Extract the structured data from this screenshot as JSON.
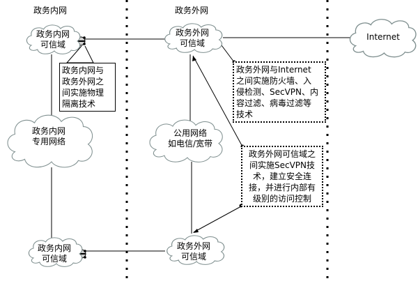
{
  "zones": {
    "intranet_title": "政务内网",
    "extranet_title": "政务外网"
  },
  "clouds": {
    "intranet_trusted_top": [
      "政务内网",
      "可信域"
    ],
    "extranet_trusted_top": [
      "政务外网",
      "可信域"
    ],
    "internet": [
      "Internet"
    ],
    "intranet_private": [
      "政务内网",
      "专用网络"
    ],
    "public_network": [
      "公用网络",
      "如电信/宽带"
    ],
    "intranet_trusted_bottom": [
      "政务内网",
      "可信域"
    ],
    "extranet_trusted_bottom": [
      "政务外网",
      "可信域"
    ]
  },
  "notes": {
    "physical_isolation": [
      "政务内网与",
      "政务外网之",
      "间实施物理",
      "隔离技术"
    ],
    "internet_security": [
      "政务外网与Internet",
      "之间实施防火墙、入",
      "侵检测、SecVPN、内",
      "容过滤、病毒过滤等",
      "技术"
    ],
    "secvpn": [
      "政务外网可信域之",
      "间实施SecVPN技",
      "术，建立安全连",
      "接，并进行内部有",
      "级别的访问控制"
    ]
  },
  "colors": {
    "cloud_stroke": "#7f8f8f",
    "line": "#000000"
  }
}
